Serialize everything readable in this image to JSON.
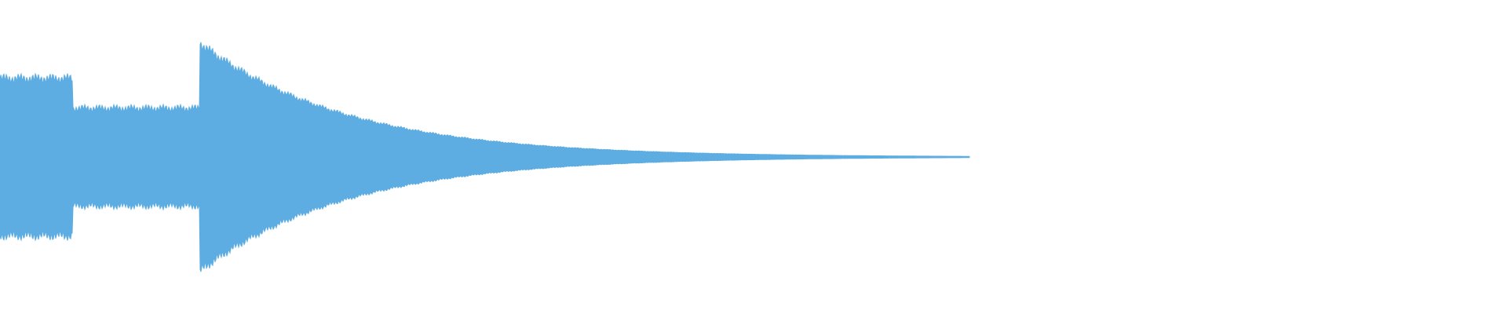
{
  "waveform": {
    "color": "#5dade2",
    "background": "#ffffff",
    "segments": [
      {
        "start": 0.0,
        "end": 0.075,
        "peak": 1.0,
        "decay": 0.0,
        "jitter": 0.04
      },
      {
        "start": 0.075,
        "end": 0.206,
        "peak": 0.62,
        "decay": 0.0,
        "jitter": 0.05
      },
      {
        "start": 0.206,
        "end": 1.0,
        "peak": 1.45,
        "decay": 5.2,
        "jitter": 0.03
      }
    ],
    "silence_after": 0.643
  }
}
